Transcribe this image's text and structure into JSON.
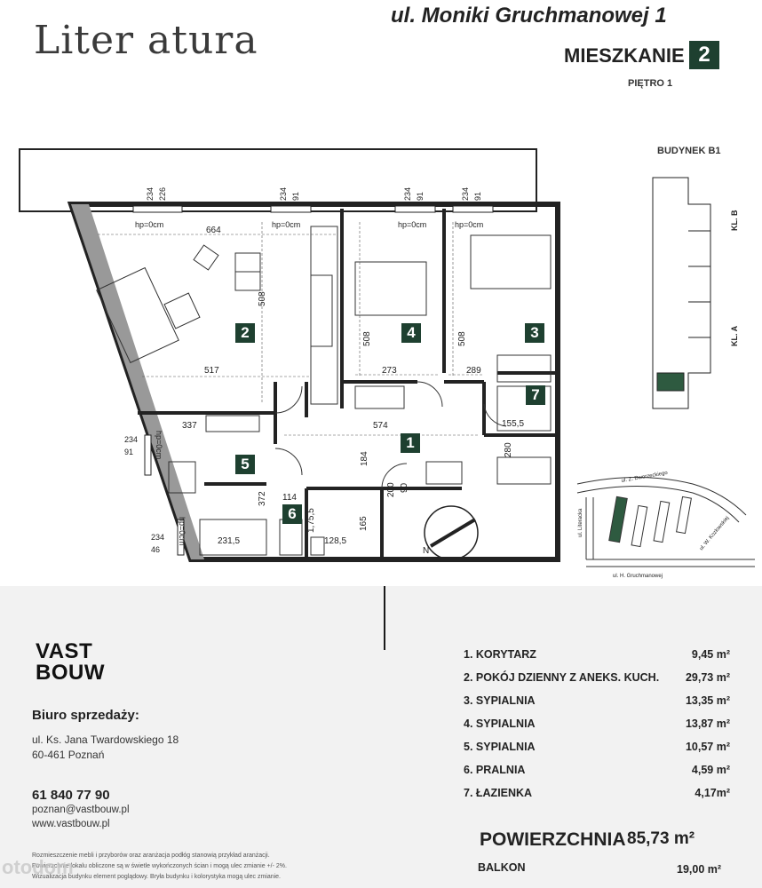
{
  "header": {
    "logo_text": "Liter atura",
    "street": "ul. Moniki Gruchmanowej 1",
    "apartment_label": "MIESZKANIE",
    "apartment_number": "2",
    "floor": "PIĘTRO 1",
    "building": "BUDYNEK B1"
  },
  "plan": {
    "room_numbers": [
      "1",
      "2",
      "3",
      "4",
      "5",
      "6",
      "7"
    ],
    "dimensions": [
      "664",
      "508",
      "517",
      "508",
      "273",
      "508",
      "289",
      "574",
      "337",
      "184",
      "280",
      "155,5",
      "372",
      "114",
      "1,75,5",
      "165",
      "231,5",
      "128,5",
      "200",
      "90"
    ],
    "window_labels": [
      "hp=0cm",
      "hp=0cm",
      "hp=0cm",
      "hp=0cm",
      "hp=0cm",
      "hp=0cm"
    ],
    "window_dims": [
      "234",
      "226",
      "234",
      "91",
      "234",
      "91",
      "234",
      "91",
      "234",
      "91",
      "234",
      "46"
    ],
    "stairs": [
      "KL. B",
      "KL. A"
    ],
    "streets": [
      "ul. Z. Dworzeckiego",
      "ul. Literacka",
      "ul. H. Gruchmanowej",
      "ul. W. Kozłowskiej"
    ],
    "compass": "N"
  },
  "company": {
    "name_line1": "VAST",
    "name_line2": "BOUW",
    "office_title": "Biuro sprzedaży:",
    "address1": "ul. Ks. Jana Twardowskiego 18",
    "address2": "60-461 Poznań",
    "phone": "61 840 77 90",
    "email": "poznan@vastbouw.pl",
    "website": "www.vastbouw.pl",
    "disclaimer1": "Rozmieszczenie mebli i przyborów oraz aranżacja podłóg stanowią przykład aranżacji.",
    "disclaimer2": "Powierzchnie lokalu obliczone są w świetle wykończonych ścian i mogą ulec zmianie +/- 2%.",
    "disclaimer3": "Wizualizacja budynku element poglądowy. Bryła budynku i kolorystyka mogą ulec zmianie."
  },
  "rooms": [
    {
      "name": "1. KORYTARZ",
      "area": "9,45 m²"
    },
    {
      "name": "2. POKÓJ DZIENNY Z ANEKS. KUCH.",
      "area": "29,73 m²"
    },
    {
      "name": "3. SYPIALNIA",
      "area": "13,35 m²"
    },
    {
      "name": "4. SYPIALNIA",
      "area": "13,87 m²"
    },
    {
      "name": "5. SYPIALNIA",
      "area": "10,57 m²"
    },
    {
      "name": "6. PRALNIA",
      "area": "4,59 m²"
    },
    {
      "name": "7. ŁAZIENKA",
      "area": "4,17m²"
    }
  ],
  "summary": {
    "total_label": "POWIERZCHNIA",
    "total_value": "85,73 m²",
    "balcony_label": "BALKON",
    "balcony_value": "19,00 m²"
  },
  "watermark": "otodom",
  "colors": {
    "brand_green": "#1e4030",
    "panel_bg": "#f2f2f2"
  }
}
